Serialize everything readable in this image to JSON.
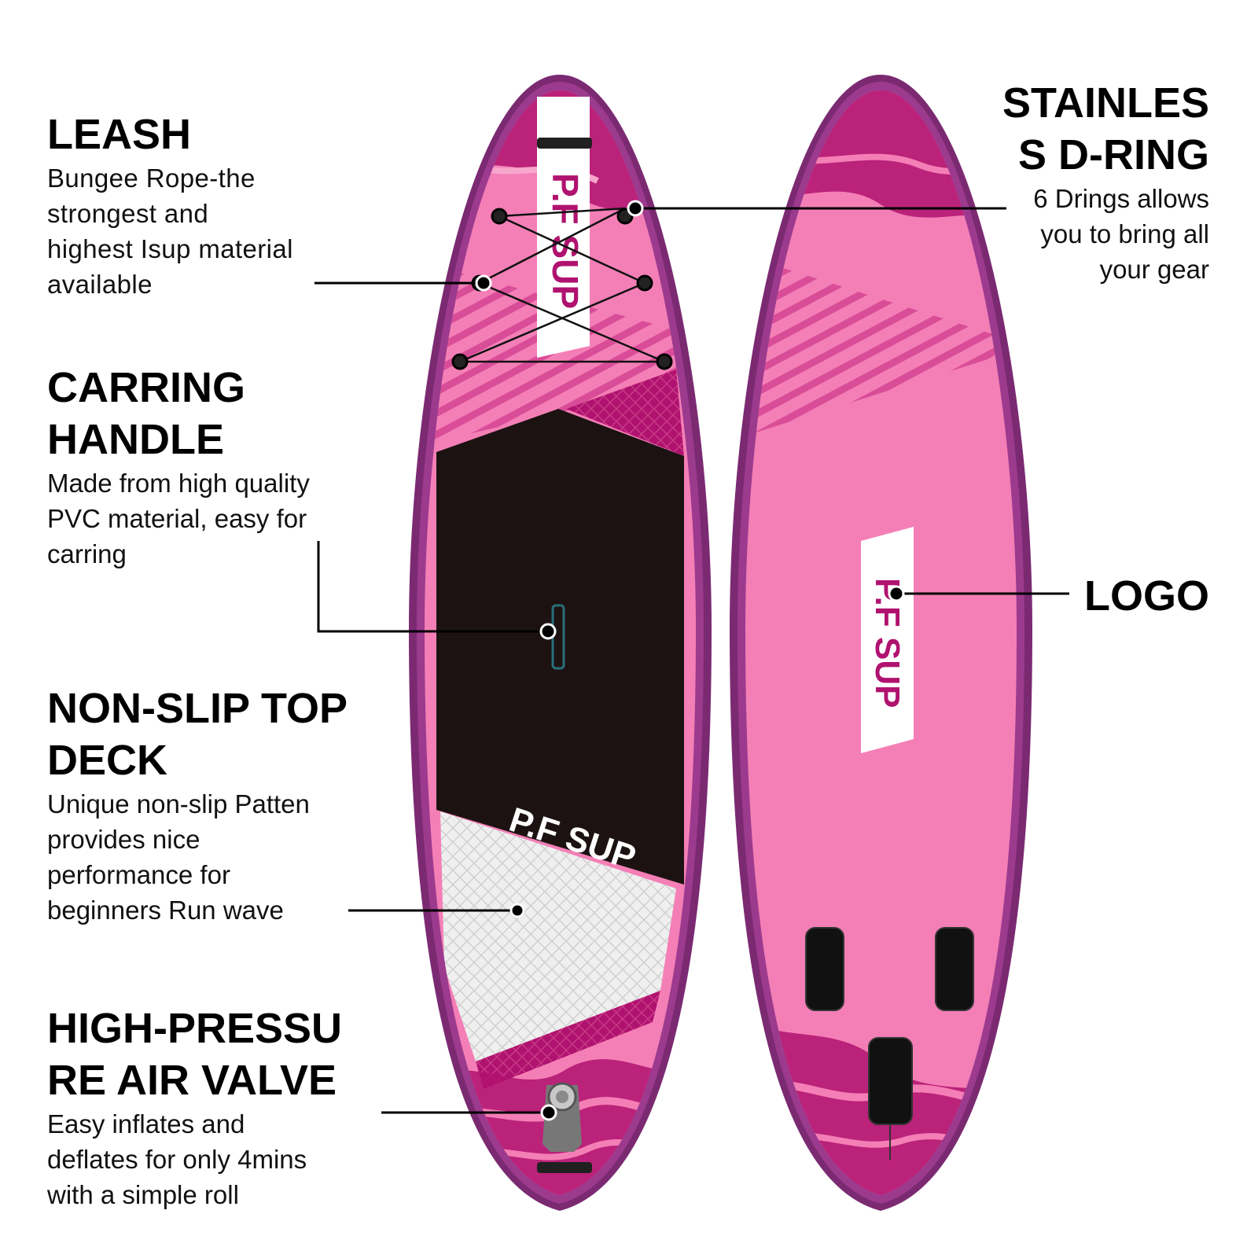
{
  "features": {
    "leash": {
      "title": "LEASH",
      "description": "Bungee Rope-the\nstrongest and\nhighest Isup material\navailable"
    },
    "carrying_handle": {
      "title": "CARRING\nHANDLE",
      "description": "Made from high quality\nPVC material, easy for\ncarring"
    },
    "deck": {
      "title": "NON-SLIP TOP\nDECK",
      "description": "Unique non-slip Patten\nprovides nice\nperformance for\nbeginners Run wave"
    },
    "valve": {
      "title": "HIGH-PRESSU\nRE AIR VALVE",
      "description": "Easy inflates and\ndeflates for only 4mins\nwith a simple roll"
    },
    "d_ring": {
      "title": "STAINLES\nS D-RING",
      "description": "6 Drings allows\nyou to bring all\nyour gear"
    },
    "logo": {
      "title": "LOGO"
    }
  },
  "brand": {
    "name": "P.F SUP"
  },
  "colors": {
    "board_rim": "#7b2a72",
    "board_pink": "#f47fb6",
    "board_pattern": "#b0126f",
    "deck_pad": "#1c1212",
    "deck_tail_pad": "#efefef",
    "logo_text": "#b0126f",
    "callout_line": "#000000"
  }
}
